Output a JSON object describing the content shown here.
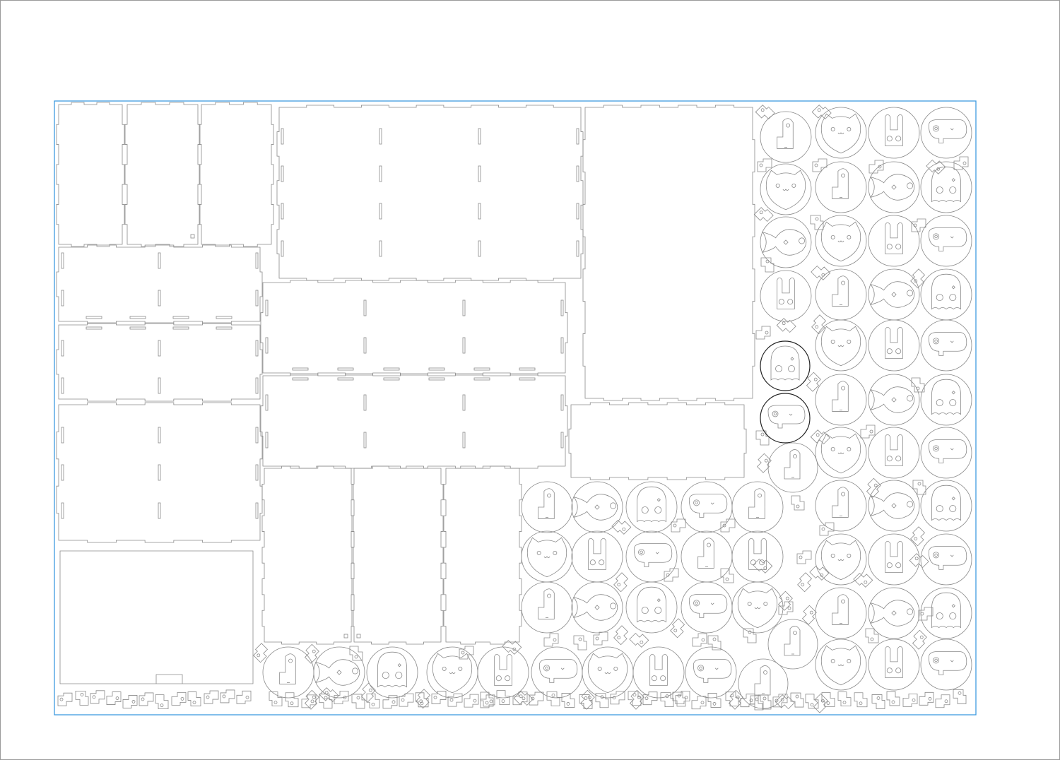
{
  "document": {
    "kind": "laser-cut nesting layout",
    "stroke_color": "#8a8a8a",
    "sheet_border_color": "#3f9be0",
    "page_border_color": "#9a9a9a",
    "active_stroke_color": "#222222"
  },
  "parts": {
    "box_panels": 16,
    "round_tokens": 74,
    "figure_types": [
      "bird-icon",
      "cat-icon",
      "fish-icon",
      "rabbit-icon",
      "pig-icon",
      "ghost-icon"
    ],
    "small_pieces": "many"
  }
}
